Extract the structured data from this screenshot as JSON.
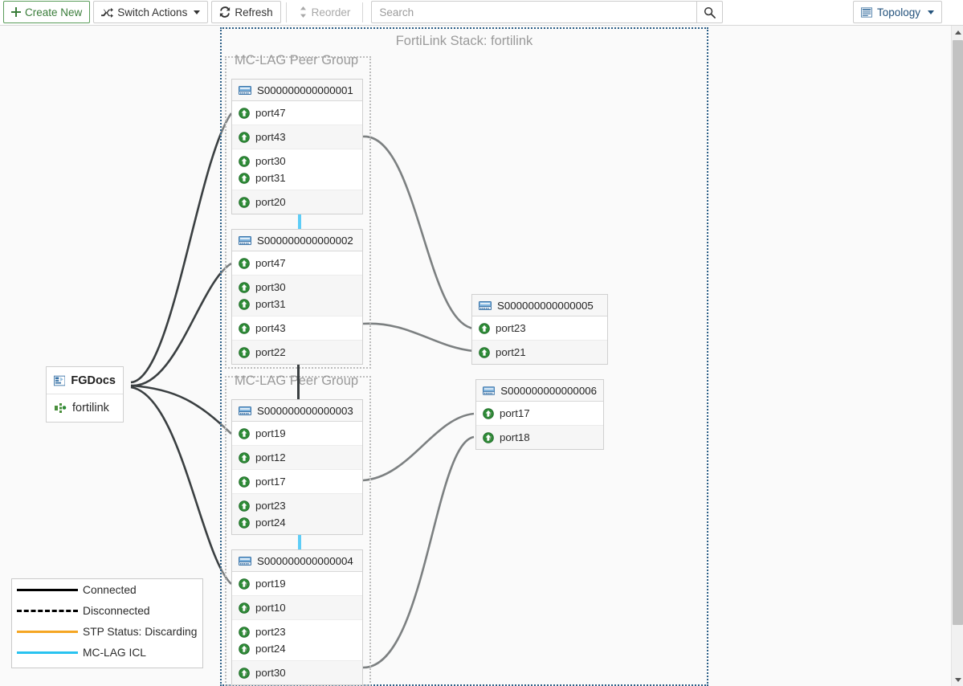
{
  "toolbar": {
    "create_new": "Create New",
    "switch_actions": "Switch Actions",
    "refresh": "Refresh",
    "reorder": "Reorder",
    "search_placeholder": "Search",
    "search_value": "",
    "view_mode": "Topology",
    "icons": {
      "create": "plus-icon",
      "switch_actions": "shuffle-icon",
      "refresh": "refresh-icon",
      "reorder": "updown-arrows-icon",
      "search": "search-icon",
      "topology": "list-view-icon"
    }
  },
  "canvas": {
    "stack_title": "FortiLink Stack: fortilink",
    "mclag_group_label": "MC-LAG Peer Group"
  },
  "device": {
    "name": "FGDocs",
    "interface": "fortilink"
  },
  "switches": [
    {
      "id": "sw1",
      "name": "S000000000000001",
      "ports": [
        {
          "labels": [
            "port47"
          ],
          "state": "up"
        },
        {
          "labels": [
            "port43"
          ],
          "state": "up"
        },
        {
          "labels": [
            "port30",
            "port31"
          ],
          "state": "up"
        },
        {
          "labels": [
            "port20"
          ],
          "state": "up"
        }
      ]
    },
    {
      "id": "sw2",
      "name": "S000000000000002",
      "ports": [
        {
          "labels": [
            "port47"
          ],
          "state": "up"
        },
        {
          "labels": [
            "port30",
            "port31"
          ],
          "state": "up"
        },
        {
          "labels": [
            "port43"
          ],
          "state": "up"
        },
        {
          "labels": [
            "port22"
          ],
          "state": "up"
        }
      ]
    },
    {
      "id": "sw3",
      "name": "S000000000000003",
      "ports": [
        {
          "labels": [
            "port19"
          ],
          "state": "up"
        },
        {
          "labels": [
            "port12"
          ],
          "state": "up"
        },
        {
          "labels": [
            "port17"
          ],
          "state": "up"
        },
        {
          "labels": [
            "port23",
            "port24"
          ],
          "state": "up"
        }
      ]
    },
    {
      "id": "sw4",
      "name": "S000000000000004",
      "ports": [
        {
          "labels": [
            "port19"
          ],
          "state": "up-poe"
        },
        {
          "labels": [
            "port10"
          ],
          "state": "up-poe"
        },
        {
          "labels": [
            "port23",
            "port24"
          ],
          "state": "up-poe"
        },
        {
          "labels": [
            "port30"
          ],
          "state": "up-poe"
        }
      ]
    },
    {
      "id": "sw5",
      "name": "S000000000000005",
      "ports": [
        {
          "labels": [
            "port23"
          ],
          "state": "up"
        },
        {
          "labels": [
            "port21"
          ],
          "state": "up"
        }
      ]
    },
    {
      "id": "sw6",
      "name": "S000000000000006",
      "ports": [
        {
          "labels": [
            "port17"
          ],
          "state": "up-poe"
        },
        {
          "labels": [
            "port18"
          ],
          "state": "up-poe"
        }
      ]
    }
  ],
  "legend": {
    "items": [
      {
        "label": "Connected",
        "color": "#000000",
        "style": "solid"
      },
      {
        "label": "Disconnected",
        "color": "#000000",
        "style": "dashed"
      },
      {
        "label": "STP Status: Discarding",
        "color": "#f5a623",
        "style": "solid"
      },
      {
        "label": "MC-LAG ICL",
        "color": "#29c3f0",
        "style": "solid"
      }
    ]
  },
  "colors": {
    "link": "#3a3f41",
    "icl": "#5ecdf7",
    "stack_border": "#2c5f87",
    "group_border": "#bdbdbd",
    "port_up": "#2e8b37",
    "accent_blue": "#23527c"
  }
}
